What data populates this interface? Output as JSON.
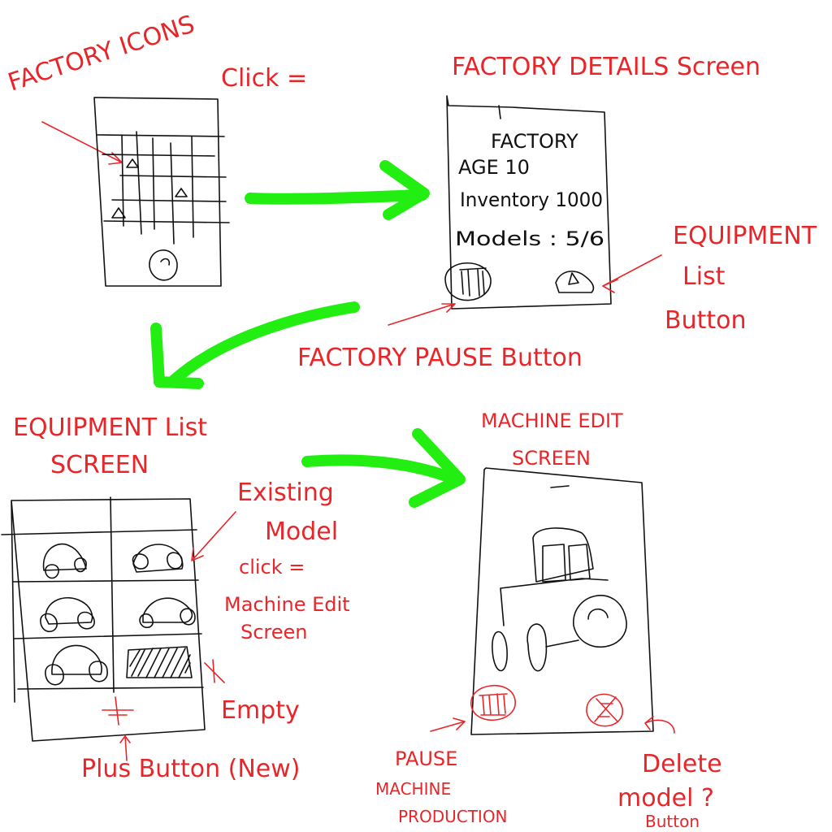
{
  "colors": {
    "annotation": "#e8262a",
    "flow_arrow": "#22ee11",
    "sketch": "#111111"
  },
  "labels": {
    "factory_icons": "FACTORY ICONS",
    "click_eq": "Click =",
    "factory_details_screen": "FACTORY DETAILS Screen",
    "equipment_list_button_1": "EQUIPMENT",
    "equipment_list_button_2": "List",
    "equipment_list_button_3": "Button",
    "factory_pause_button": "FACTORY PAUSE Button",
    "equipment_list_screen_1": "EQUIPMENT List",
    "equipment_list_screen_2": "SCREEN",
    "existing_model_1": "Existing",
    "existing_model_2": "Model",
    "existing_model_3": "click =",
    "existing_model_4": "Machine Edit",
    "existing_model_5": "Screen",
    "empty": "Empty",
    "plus_button": "Plus Button (New)",
    "machine_edit_screen_1": "MACHINE EDIT",
    "machine_edit_screen_2": "SCREEN",
    "pause_production_1": "PAUSE",
    "pause_production_2": "MACHINE",
    "pause_production_3": "PRODUCTION",
    "delete_model_1": "Delete",
    "delete_model_2": "model ?",
    "delete_model_3": "Button"
  },
  "factory_screen": {
    "title": "FACTORY",
    "age": "AGE  10",
    "inventory": "Inventory 1000",
    "models": "Models : 5/6"
  },
  "icons": {
    "factory_grid_icons": "factory-map-icon",
    "pause_icon": "pause-icon",
    "equipment_icon": "tractor-icon",
    "machine_icon": "tractor-icon",
    "delete_icon": "delete-x-icon",
    "plus_icon": "plus-icon",
    "car_icon": "car-icon",
    "empty_slot": "hatched-empty-slot"
  }
}
